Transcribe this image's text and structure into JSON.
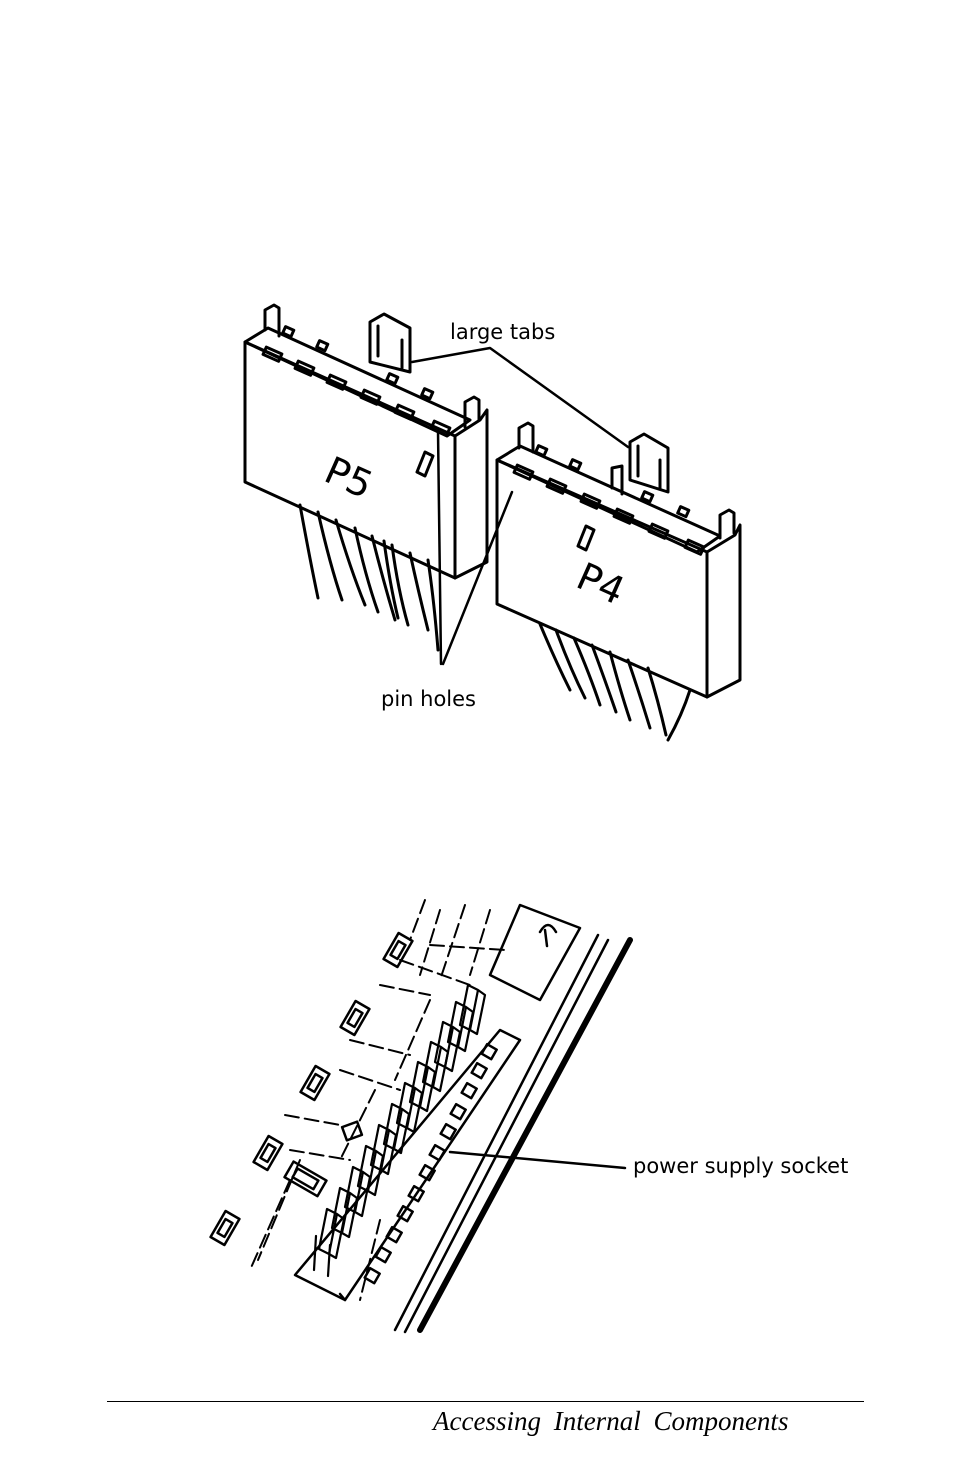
{
  "figure_top": {
    "connectors": [
      "P5",
      "P4"
    ],
    "labels": {
      "large_tabs": "large tabs",
      "pin_holes": "pin holes"
    }
  },
  "figure_bottom": {
    "labels": {
      "power_supply_socket": "power supply socket"
    }
  },
  "footer": {
    "running_title": "Accessing Internal Components"
  }
}
